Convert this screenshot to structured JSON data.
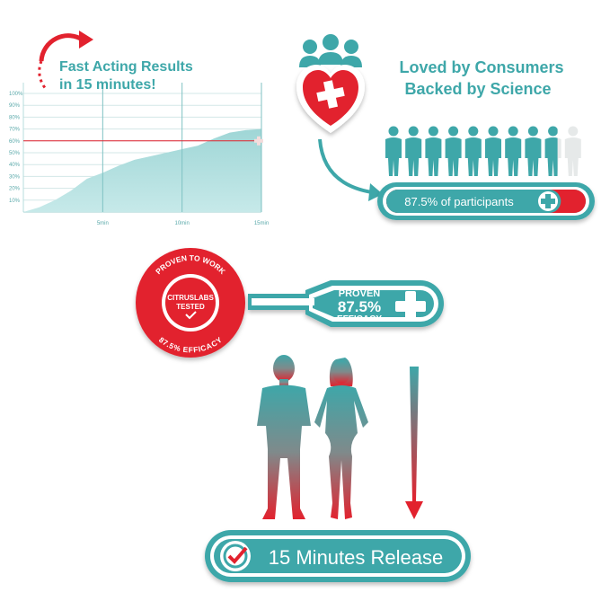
{
  "colors": {
    "teal": "#3ea7a9",
    "teal_light": "#a9dcdc",
    "red": "#e2222e",
    "dark_red": "#c9202a",
    "white": "#ffffff",
    "grid": "#d6e6e6"
  },
  "fast_acting": {
    "title_line1": "Fast Acting Results",
    "title_line2": "in 15 minutes!",
    "icon": "clock-arrow-icon"
  },
  "chart_data": {
    "type": "area",
    "x": [
      0,
      1,
      2,
      3,
      4,
      5,
      6,
      7,
      8,
      9,
      10,
      11,
      12,
      13,
      14,
      15
    ],
    "values": [
      0,
      4,
      10,
      18,
      28,
      33,
      39,
      44,
      47,
      50,
      53,
      56,
      62,
      67,
      69,
      70
    ],
    "yticks": [
      "100%",
      "90%",
      "80%",
      "70%",
      "60%",
      "50%",
      "40%",
      "30%",
      "20%",
      "10%"
    ],
    "xticks": [
      "5min",
      "10min",
      "15min"
    ],
    "xtick_values": [
      5,
      10,
      15
    ],
    "ylim": [
      0,
      100
    ],
    "xlim": [
      0,
      15
    ],
    "reference_line": 60,
    "grid": true
  },
  "consumers": {
    "title_line1": "Loved by Consumers",
    "title_line2": "Backed by Science",
    "heart_icon": "heart-cross-icon",
    "people_icon": "people-icon",
    "participants_total": 10,
    "participants_highlighted": 8.75,
    "progress_label": "87.5% of participants",
    "progress_fraction": 0.875,
    "plus_icon": "plus-icon"
  },
  "seal": {
    "top_text": "PROVEN TO WORK",
    "center_line1": "CITRUSLABS",
    "center_line2": "TESTED",
    "bottom_text": "87.5% EFFICACY",
    "check_icon": "check-icon"
  },
  "thermometer": {
    "line1": "PROVEN",
    "line2": "87.5%",
    "line3": "EFFICACY",
    "plus_icon": "plus-icon"
  },
  "release": {
    "label": "15 Minutes Release",
    "icon": "clock-check-icon",
    "arrow_icon": "down-arrow-icon",
    "figures_icon": "man-woman-silhouette-icon"
  }
}
